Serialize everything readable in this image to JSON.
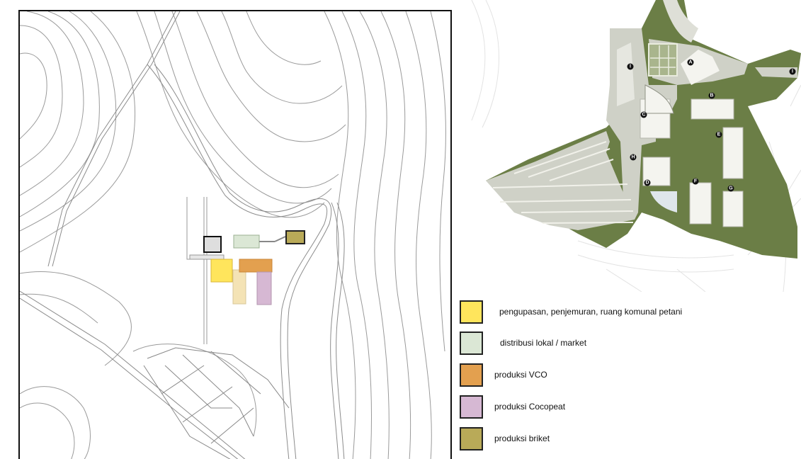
{
  "legend": [
    {
      "label": "pengupasan, penjemuran, ruang komunal petani",
      "color": "#ffe55c"
    },
    {
      "label": "distribusi lokal / market",
      "color": "#dbe7d5"
    },
    {
      "label": "produksi VCO",
      "color": "#e3a04f"
    },
    {
      "label": "produksi Cocopeat",
      "color": "#d6b8d3"
    },
    {
      "label": "produksi briket",
      "color": "#b9aa58"
    }
  ],
  "site_markers": [
    "A",
    "B",
    "C",
    "D",
    "E",
    "F",
    "G",
    "H",
    "I",
    "I"
  ],
  "colors": {
    "contour": "#9a9a9a",
    "green": "#6b7e46",
    "paving": "#cfd1c7",
    "building": "#f4f4ef"
  }
}
